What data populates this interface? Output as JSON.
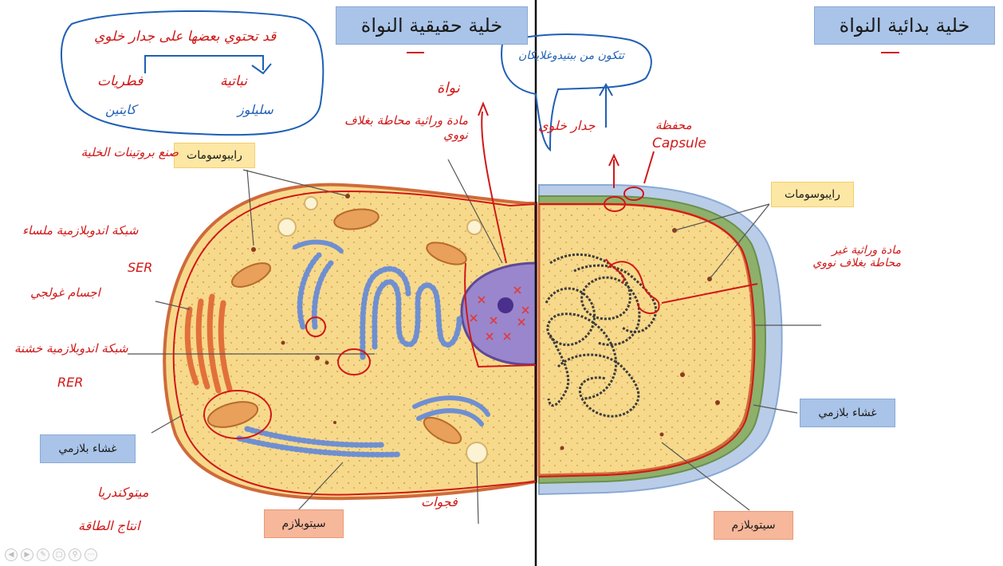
{
  "titles": {
    "eukaryote": "خلية حقيقية النواة",
    "prokaryote": "خلية بدائية النواة"
  },
  "labels": {
    "ribosomes_left": "رايبوسومات",
    "ribosomes_right": "رايبوسومات",
    "membrane_left": "غشاء بلازمي",
    "membrane_right": "غشاء بلازمي",
    "cytoplasm_left": "سيتوبلازم",
    "cytoplasm_right": "سيتوبلازم"
  },
  "handwritten": {
    "cell_wall_note": "قد تحتوي بعضها على جدار خلوي",
    "animals": "فطريات",
    "plants": "نباتية",
    "chitin": "كايتين",
    "cellulose": "سليلوز",
    "protein_synthesis": "صنع بروتينات الخلية",
    "ser": "شبكة اندوبلازمية ملساء",
    "ser_code": "SER",
    "golgi": "اجسام غولجي",
    "rer": "شبكة اندوبلازمية خشنة",
    "rer_code": "RER",
    "mitochondria": "ميتوكندريا",
    "energy": "انتاج الطاقة",
    "vacuoles": "فجوات",
    "nucleus": "نواة",
    "genetic_material": "مادة وراثية محاطة بغلاف نووي",
    "capsule_ar": "محفظة",
    "capsule_en": "Capsule",
    "prok_wall": "جدار خلوي",
    "peptidoglycan": "تتكون من ببتيدوغلايكان",
    "prok_genetic": "مادة وراثية غير محاطة بغلاف نووي"
  },
  "player_controls": [
    "back-icon",
    "forward-icon",
    "pen-icon",
    "pages-icon",
    "zoom-icon",
    "more-icon"
  ],
  "colors": {
    "cytoplasm": "#f7d98b",
    "membrane": "#cf6a3a",
    "ink_red": "#d01818",
    "ink_blue": "#1f5fb5",
    "nucleus": "#7a63b4",
    "er": "#6f8fd0",
    "golgi": "#e2703a",
    "prok_wall": "#7da25a",
    "capsule": "#9fb8dc"
  }
}
